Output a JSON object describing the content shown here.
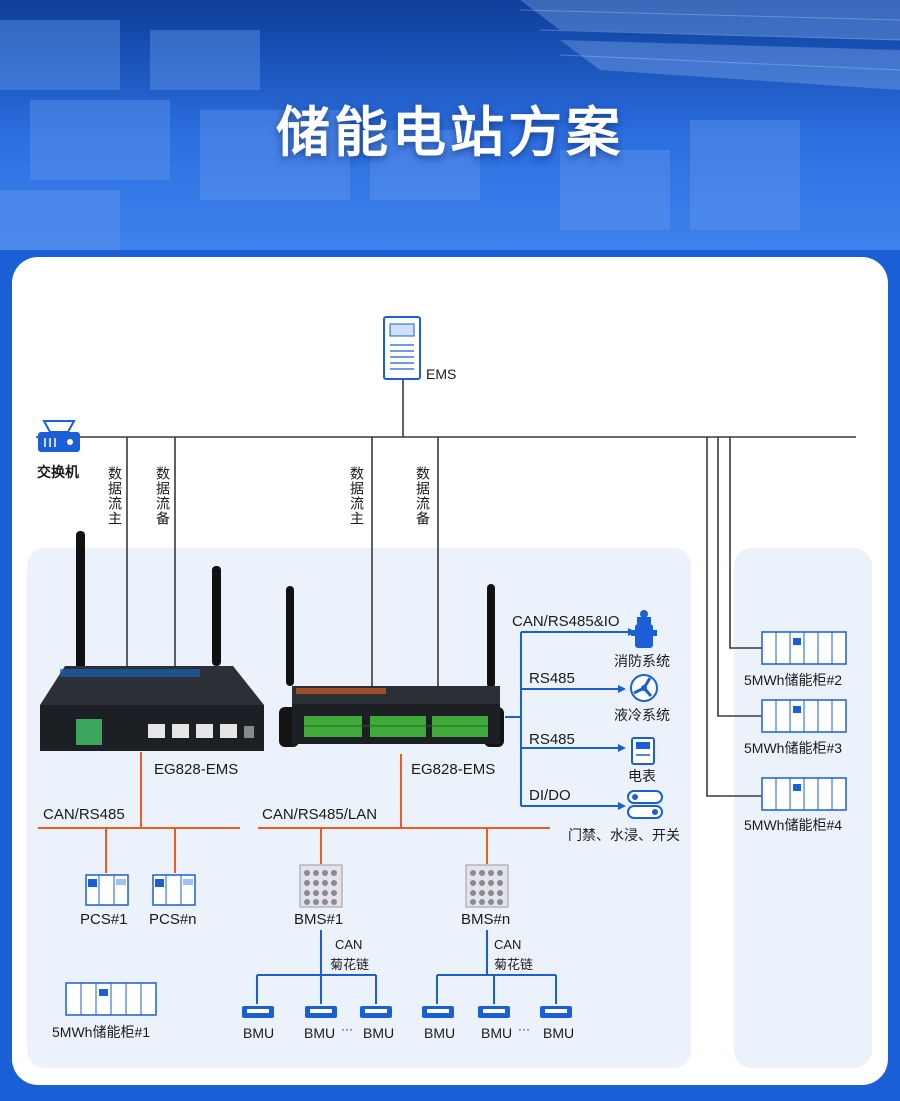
{
  "title": "储能电站方案",
  "ems_label": "EMS",
  "switch_label": "交换机",
  "stream_main": "数据流主",
  "stream_backup": "数据流备",
  "gateway_label": "EG828-EMS",
  "bus_left": "CAN/RS485",
  "bus_mid": "CAN/RS485/LAN",
  "pcs": [
    "PCS#1",
    "PCS#n"
  ],
  "bms": [
    "BMS#1",
    "BMS#n"
  ],
  "can_label": "CAN",
  "chain_label": "菊花链",
  "bmu_label": "BMU",
  "ellipsis": "···",
  "cabinet_left": "5MWh储能柜#1",
  "cabinets_right": [
    "5MWh储能柜#2",
    "5MWh储能柜#3",
    "5MWh储能柜#4"
  ],
  "links": [
    {
      "protocol": "CAN/RS485&IO",
      "device": "消防系统",
      "icon": "fire-hydrant-icon"
    },
    {
      "protocol": "RS485",
      "device": "液冷系统",
      "icon": "fan-icon"
    },
    {
      "protocol": "RS485",
      "device": "电表",
      "icon": "meter-icon"
    },
    {
      "protocol": "DI/DO",
      "device": "门禁、水浸、开关",
      "icon": "switch-icon"
    }
  ],
  "colors": {
    "primary": "#1a5fd6",
    "network_line": "#3a3a3a",
    "field_bus": "#f05a1e",
    "device_line": "#1a5fd6",
    "panel": "#ebf2fb"
  }
}
